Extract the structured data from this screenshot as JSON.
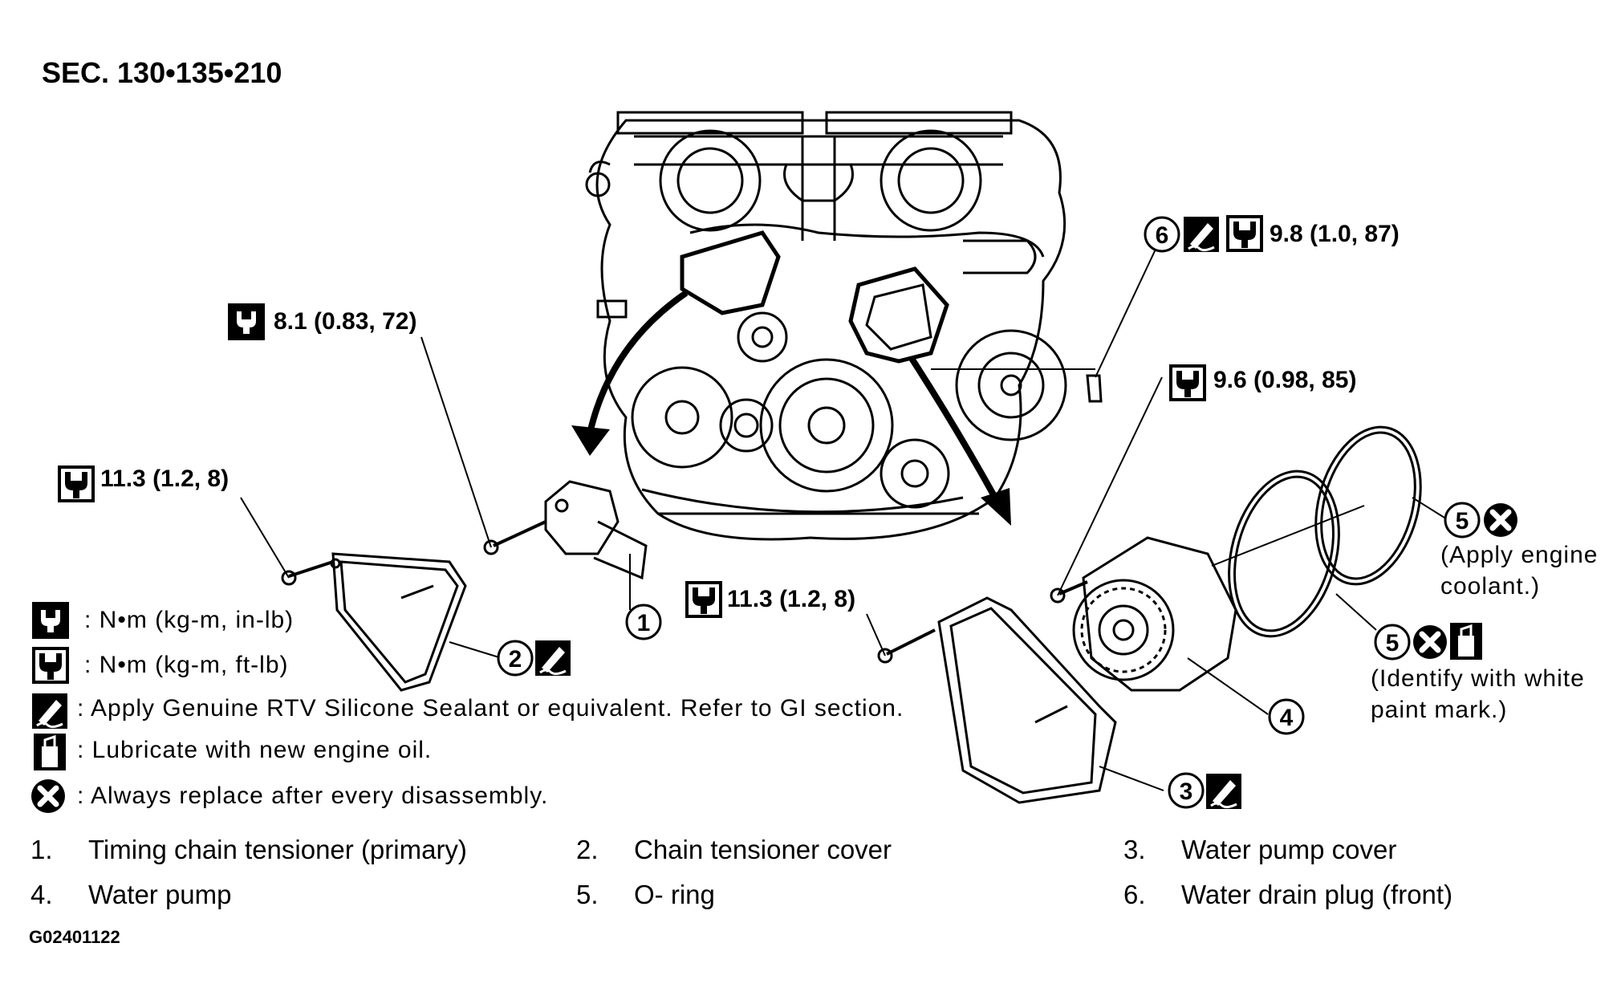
{
  "section": "SEC. 130•135•210",
  "figure_code": "G02401122",
  "torques": {
    "tensioner_bolt": "8.1 (0.83, 72)",
    "cover2_bolt": "11.3 (1.2, 8)",
    "cover3_bolt": "11.3 (1.2, 8)",
    "pump_bolt": "9.6 (0.98, 85)",
    "drain_plug": "9.8 (1.0, 87)"
  },
  "callouts": [
    "1",
    "2",
    "3",
    "4",
    "5",
    "6"
  ],
  "notes": {
    "o_ring_a": [
      "(Apply engine",
      "coolant.)"
    ],
    "o_ring_b": [
      "(Identify with white",
      "paint mark.)"
    ]
  },
  "legend": {
    "inlb": ": N•m (kg-m, in-lb)",
    "ftlb": ": N•m (kg-m, ft-lb)",
    "sealant": ": Apply Genuine RTV Silicone Sealant or equivalent. Refer to GI section.",
    "lubricate": ": Lubricate with new engine oil.",
    "replace": ": Always replace after every disassembly."
  },
  "parts": [
    {
      "num": "1.",
      "name": "Timing chain tensioner (primary)"
    },
    {
      "num": "2.",
      "name": "Chain tensioner cover"
    },
    {
      "num": "3.",
      "name": "Water pump cover"
    },
    {
      "num": "4.",
      "name": "Water pump"
    },
    {
      "num": "5.",
      "name": "O- ring"
    },
    {
      "num": "6.",
      "name": "Water drain plug (front)"
    }
  ],
  "colors": {
    "ink": "#000000",
    "paper": "#ffffff"
  }
}
